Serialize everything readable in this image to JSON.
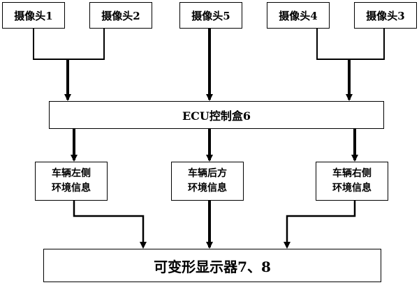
{
  "cameras": [
    {
      "label": "摄像头1"
    },
    {
      "label": "摄像头2"
    },
    {
      "label": "摄像头5"
    },
    {
      "label": "摄像头4"
    },
    {
      "label": "摄像头3"
    }
  ],
  "ecu": {
    "label": "ECU控制盒6"
  },
  "env_info": [
    {
      "line1": "车辆左侧",
      "line2": "环境信息"
    },
    {
      "line1": "车辆后方",
      "line2": "环境信息"
    },
    {
      "line1": "车辆右侧",
      "line2": "环境信息"
    }
  ],
  "display": {
    "label": "可变形显示器7、8"
  },
  "colors": {
    "line": "#000000",
    "background": "#ffffff"
  }
}
